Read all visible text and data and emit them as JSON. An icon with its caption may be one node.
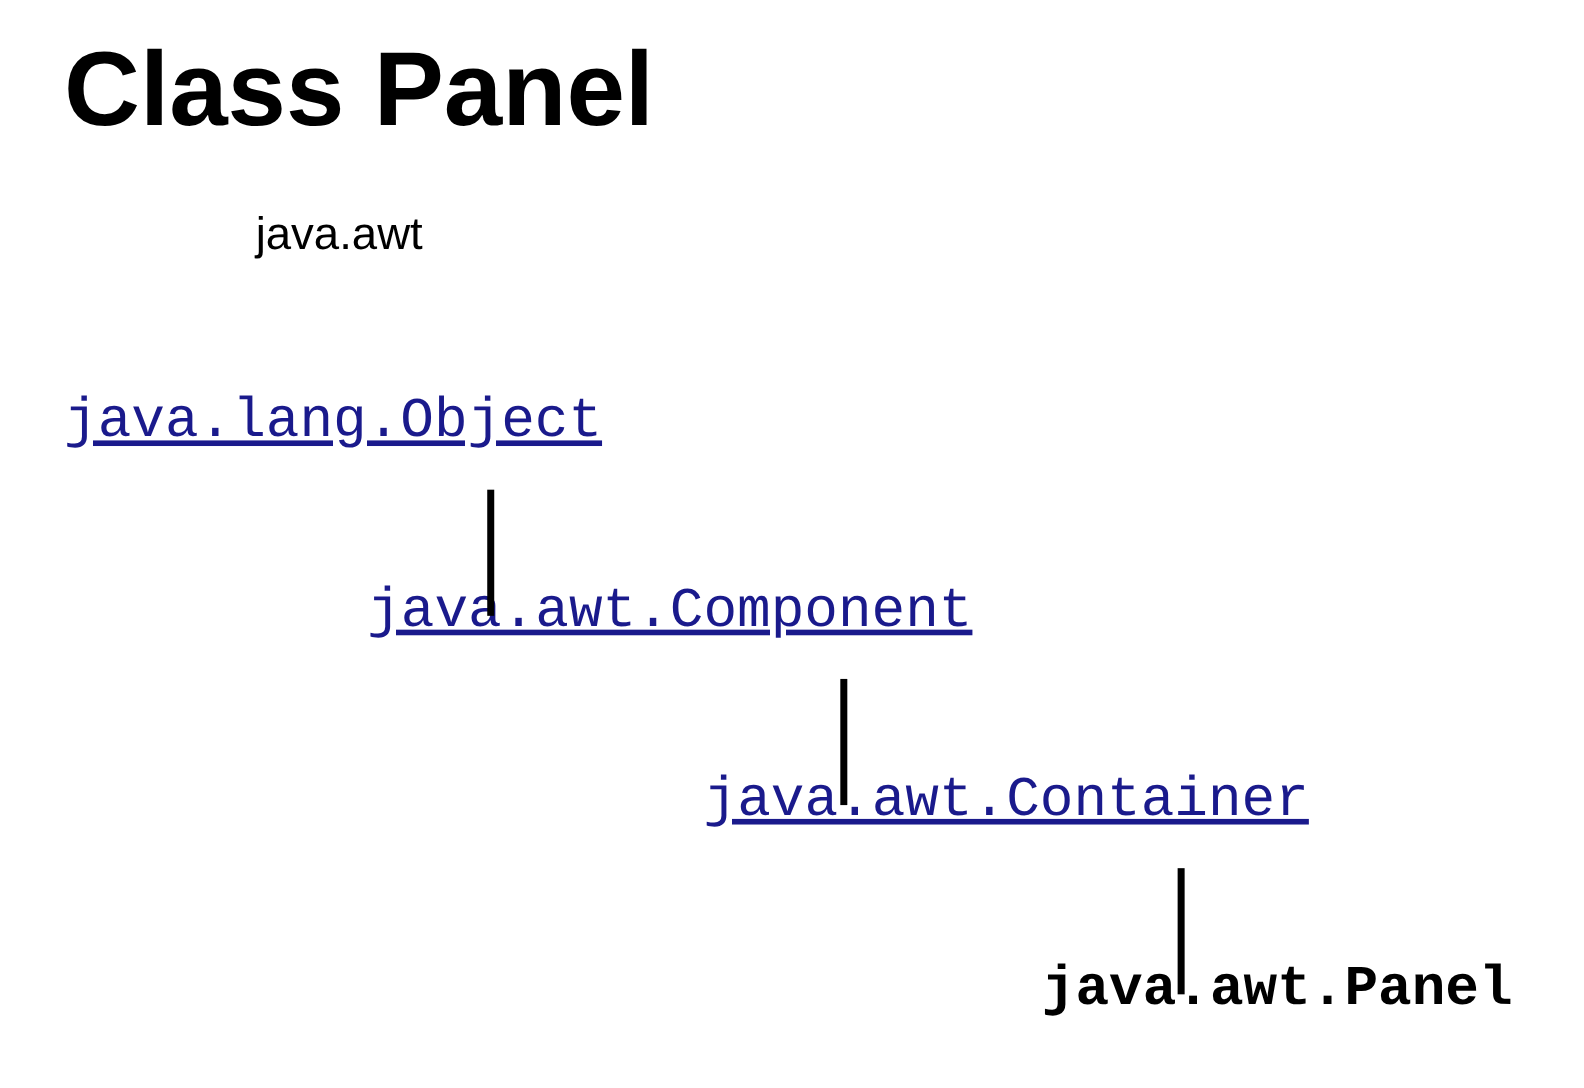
{
  "diagram": {
    "title": "Class Panel",
    "nodes": [
      {
        "text": [
          "java.lang.Object"
        ]
      },
      {
        "text": [
          "java.awt.Component"
        ]
      },
      {
        "text": [
          "java.awt.Container"
        ]
      },
      {
        "text": [
          "java.awt.Panel"
        ]
      }
    ],
    "edges": [
      {
        "from": 0,
        "to": 1,
        "arrow": "none"
      },
      {
        "from": 1,
        "to": 2,
        "arrow": "none"
      },
      {
        "from": 2,
        "to": 3,
        "arrow": "none"
      }
    ],
    "labels": [
      "java.awt"
    ]
  }
}
